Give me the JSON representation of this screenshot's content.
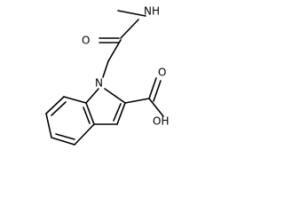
{
  "molecule": {
    "atoms": {
      "amide_nh": "NH",
      "amide_o": "O",
      "ring_n": "N",
      "acid_oh": "OH",
      "acid_o": "O"
    }
  }
}
